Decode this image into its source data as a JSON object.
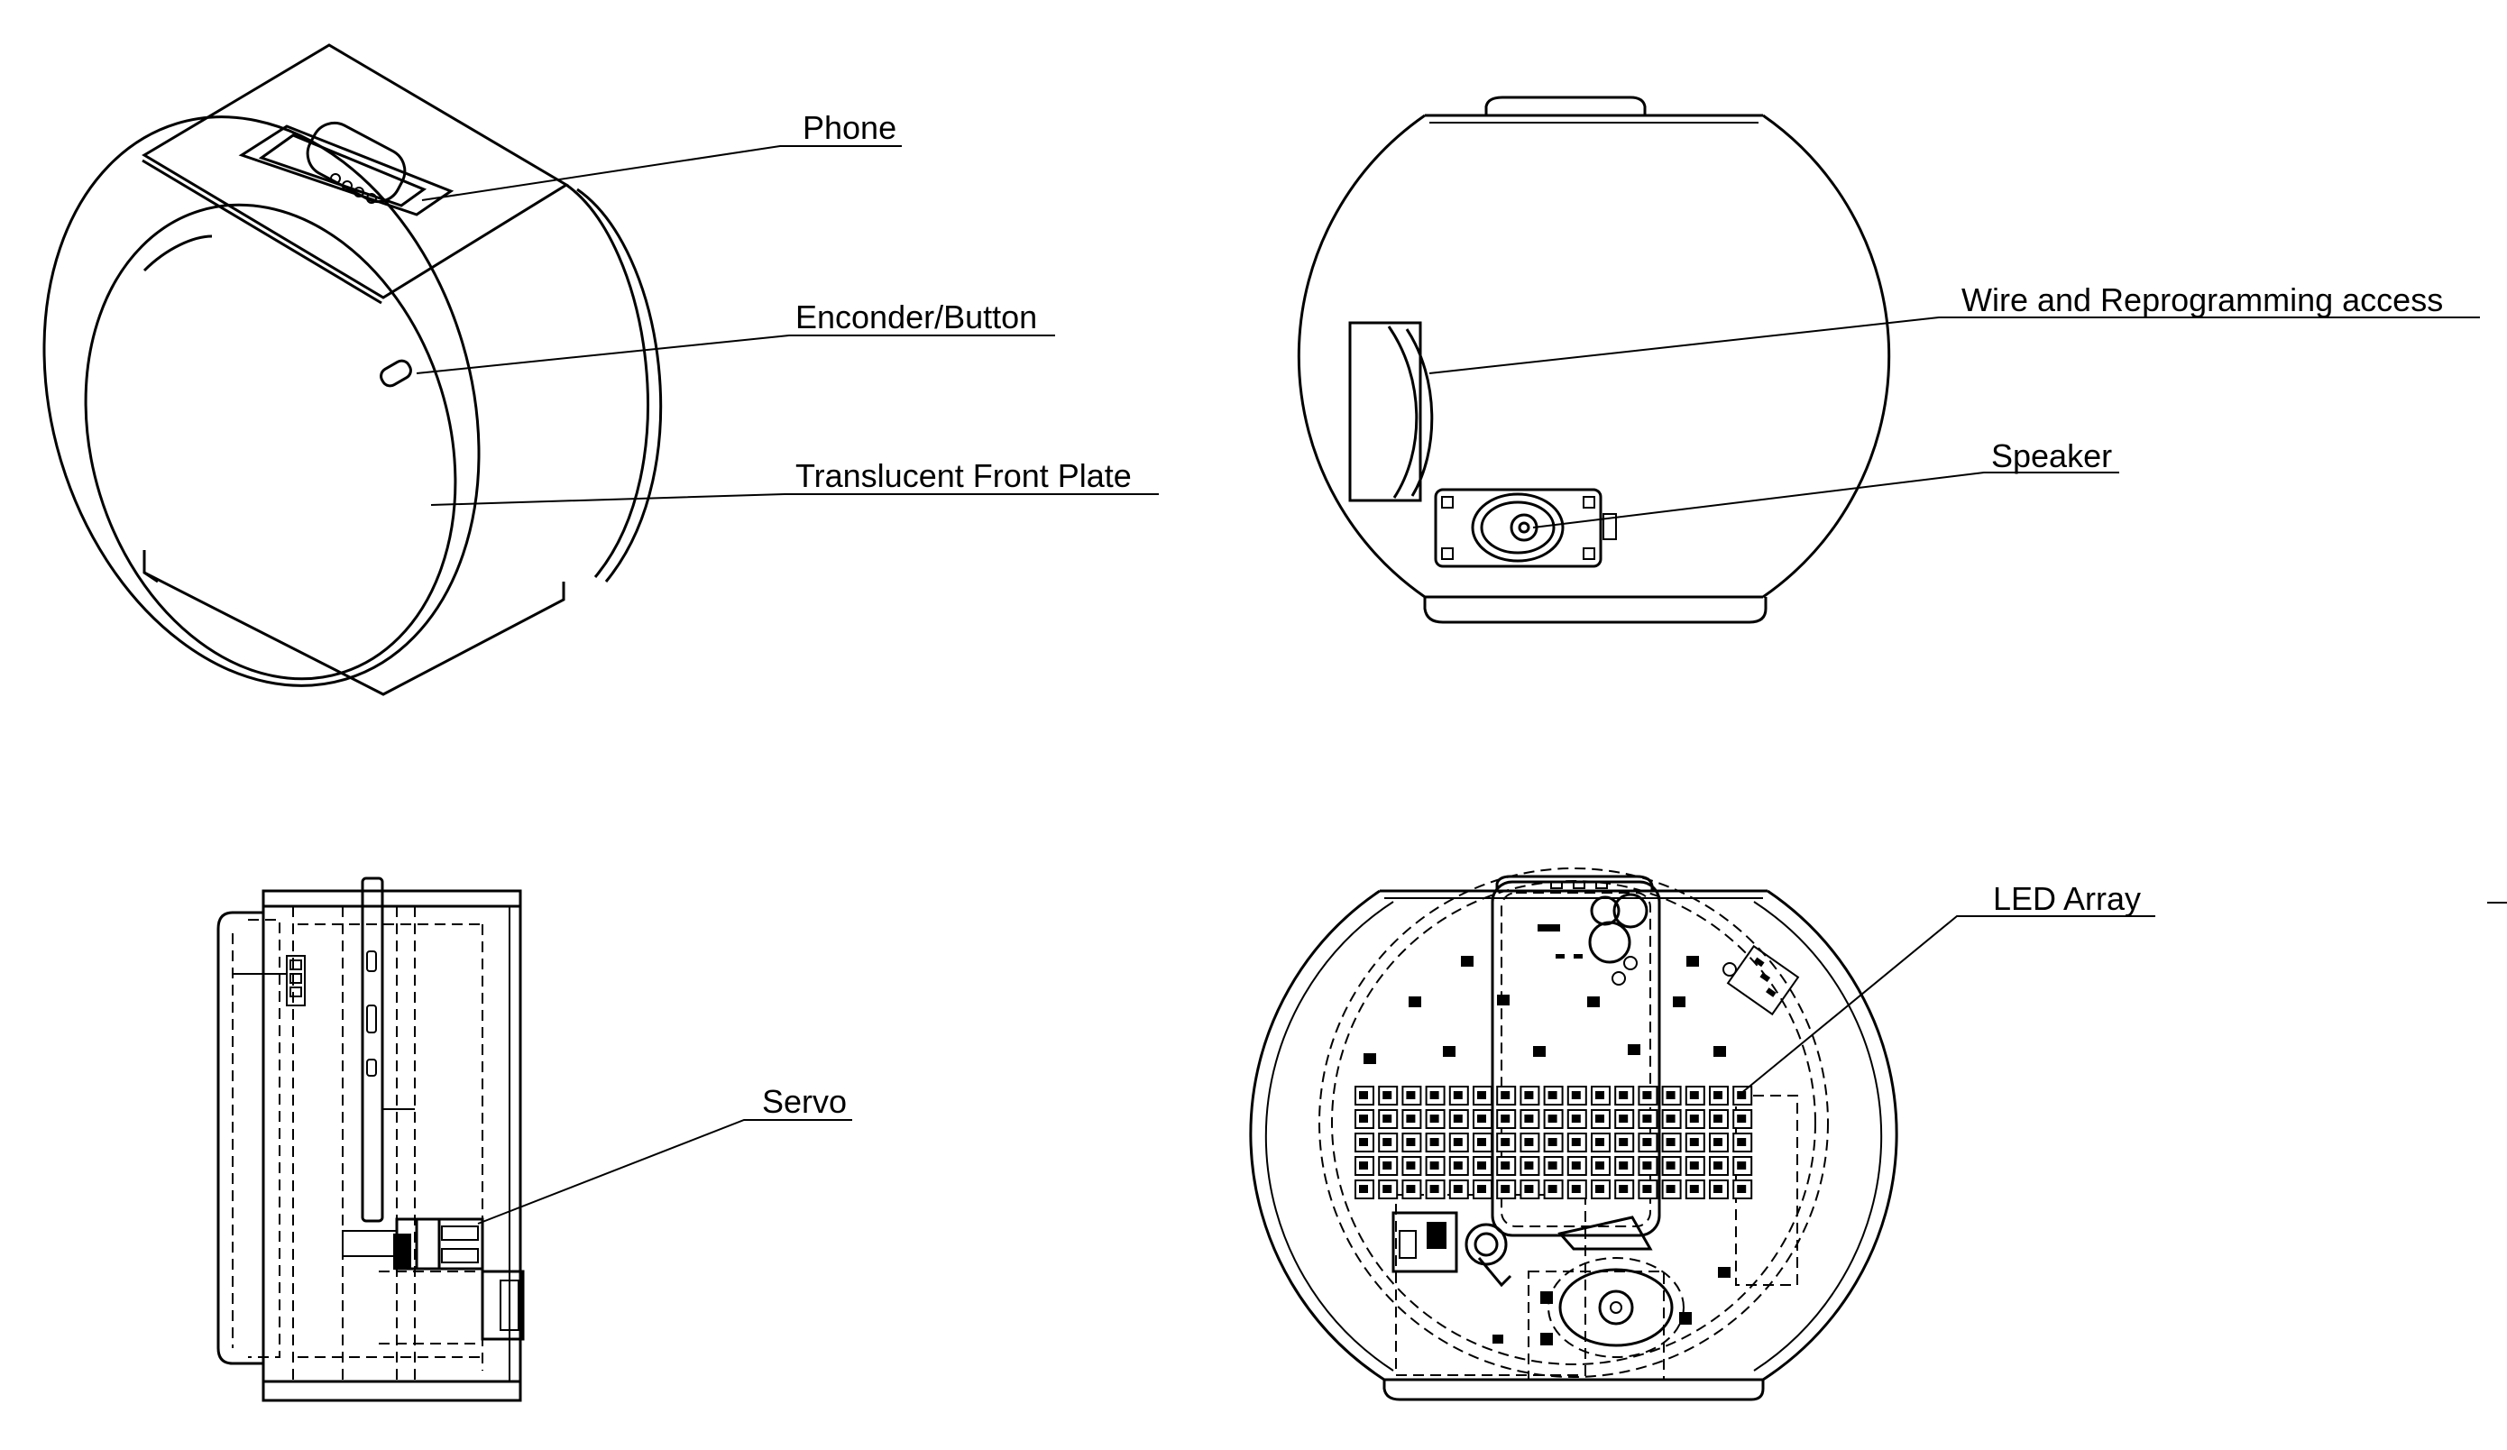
{
  "labels": {
    "phone": "Phone",
    "encoder": "Enconder/Button",
    "front_plate": "Translucent Front Plate",
    "wire_access": "Wire and Reprogramming access",
    "speaker": "Speaker",
    "servo": "Servo",
    "led_array": "LED Array"
  },
  "led_array": {
    "rows": 5,
    "cols": 17
  }
}
